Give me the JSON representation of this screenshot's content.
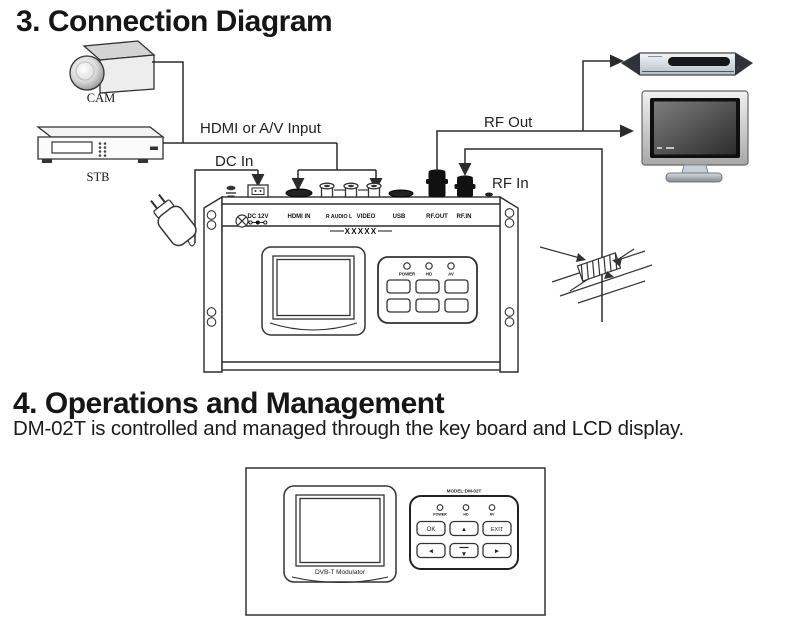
{
  "page": {
    "section3_heading": "3. Connection Diagram",
    "section4_heading": "4. Operations and Management",
    "section4_body": "DM-02T is controlled and managed through the key board and LCD display."
  },
  "connection_diagram": {
    "labels": {
      "camera": "CAM",
      "set_top_box": "STB",
      "hdmi_av_input": "HDMI or A/V Input",
      "dc_in": "DC In",
      "rf_out": "RF Out",
      "rf_in": "RF In"
    },
    "modulator": {
      "port_labels": [
        "DC 12V",
        "HDMI IN",
        "R AUDIO L",
        "VIDEO",
        "USB",
        "RF.OUT",
        "RF.IN"
      ],
      "model_mask": "XXXXX",
      "led_labels": [
        "POWER",
        "HD",
        "AV"
      ]
    }
  },
  "panel_figure": {
    "model_label": "MODEL:DM-02T",
    "lcd_label": "DVB-T Modulator",
    "led_labels": [
      "POWER",
      "HD",
      "AV"
    ],
    "keys": {
      "ok": "OK",
      "up": "▲",
      "exit": "EXIT",
      "left": "◄",
      "down": "▼",
      "right": "►"
    }
  }
}
